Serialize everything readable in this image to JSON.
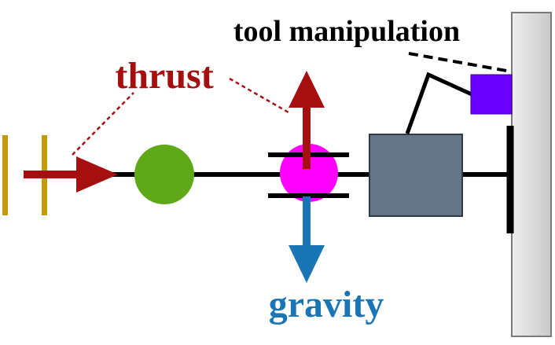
{
  "labels": {
    "tool_manipulation": "tool manipulation",
    "thrust": "thrust",
    "gravity": "gravity"
  },
  "colors": {
    "thrust": "#a50f0f",
    "gravity": "#1a75b5",
    "tool_label": "#000000",
    "green_body": "#5fa818",
    "magenta_body": "#ff00ff",
    "grey_block": "#637587",
    "tool_tip": "#6a00ff",
    "wall": "#d8d8d8",
    "base_posts": "#c29b0c"
  },
  "icons": {
    "thrust": "arrow-right-icon",
    "lift": "arrow-up-icon",
    "gravity": "arrow-down-icon"
  }
}
